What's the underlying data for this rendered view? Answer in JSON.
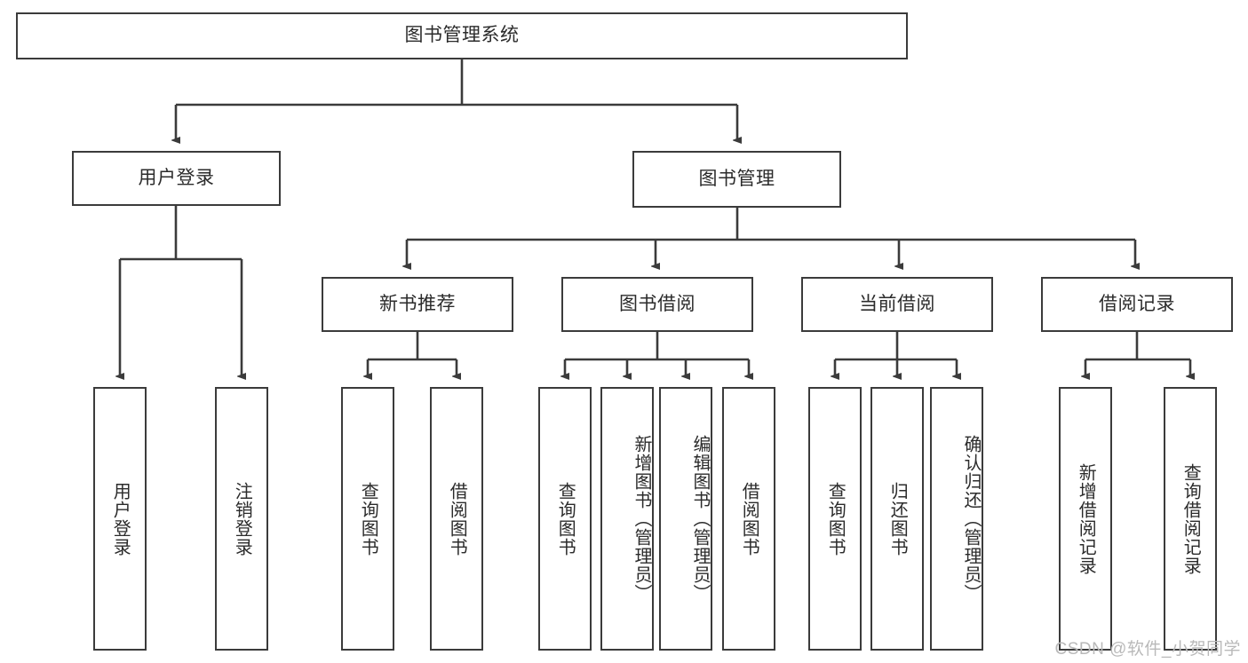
{
  "diagram": {
    "title": "图书管理系统",
    "type": "tree",
    "root": {
      "label": "图书管理系统"
    },
    "level2": [
      {
        "label": "用户登录"
      },
      {
        "label": "图书管理"
      }
    ],
    "level3": [
      {
        "label": "新书推荐",
        "parent": "图书管理"
      },
      {
        "label": "图书借阅",
        "parent": "图书管理"
      },
      {
        "label": "当前借阅",
        "parent": "图书管理"
      },
      {
        "label": "借阅记录",
        "parent": "图书管理"
      }
    ],
    "leaves": {
      "user_login": [
        {
          "label": "用户登录"
        },
        {
          "label": "注销登录"
        }
      ],
      "new_book_recommend": [
        {
          "label": "查询图书"
        },
        {
          "label": "借阅图书"
        }
      ],
      "book_borrow": [
        {
          "label": "查询图书"
        },
        {
          "label": "新增图书（管理员）"
        },
        {
          "label": "编辑图书（管理员）"
        },
        {
          "label": "借阅图书"
        }
      ],
      "current_borrow": [
        {
          "label": "查询图书"
        },
        {
          "label": "归还图书"
        },
        {
          "label": "确认归还（管理员）"
        }
      ],
      "borrow_record": [
        {
          "label": "新增借阅记录"
        },
        {
          "label": "查询借阅记录"
        }
      ]
    }
  },
  "watermark": {
    "text": "CSDN @软件_小贺同学"
  },
  "colors": {
    "stroke": "#3b3b3b",
    "background": "#ffffff",
    "text": "#2b2b2b",
    "watermark": "#b9b9b9"
  }
}
